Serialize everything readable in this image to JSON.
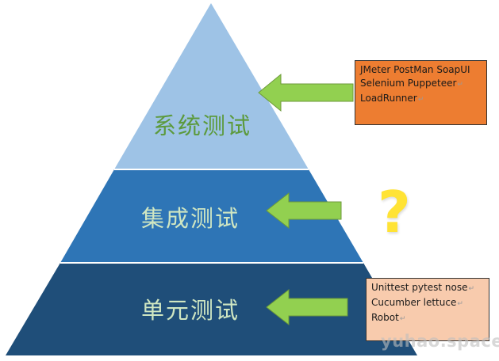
{
  "pyramid": {
    "tiers": [
      {
        "label": "系统测试",
        "fill": "#9ec3e6",
        "text_color": "#5c9a3c"
      },
      {
        "label": "集成测试",
        "fill": "#2e75b6",
        "text_color": "#cfe6c2"
      },
      {
        "label": "单元测试",
        "fill": "#1f4e79",
        "text_color": "#cfe6c2"
      }
    ]
  },
  "arrows": {
    "color": "#92d050",
    "count": 3
  },
  "notes": {
    "system_tools": {
      "lines": [
        "JMeter  PostMan  SoapUI",
        "Selenium Puppeteer",
        "LoadRunner"
      ],
      "background": "#ed7d31"
    },
    "unit_tools": {
      "lines": [
        "Unittest pytest nose",
        "Cucumber lettuce",
        "Robot"
      ],
      "background": "#f8cbad"
    }
  },
  "integration_marker": {
    "text": "?",
    "color": "#ffe335"
  },
  "watermark": "yuhao.space"
}
